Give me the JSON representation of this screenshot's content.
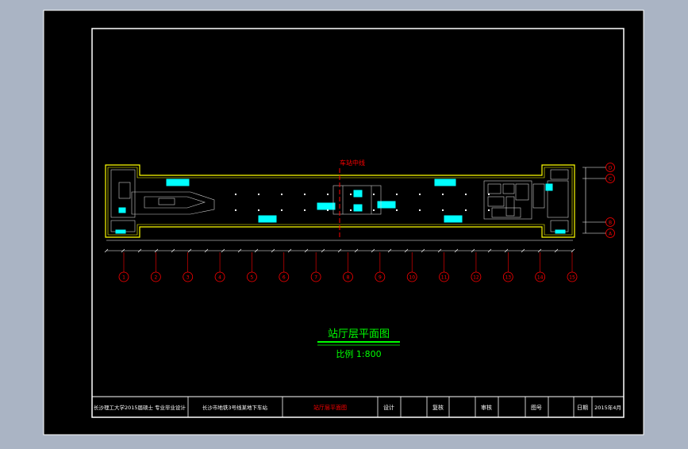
{
  "drawing": {
    "center_label": "车站中线",
    "title": "站厅层平面图",
    "scale": "比例 1:800",
    "axis_numbers": [
      "1",
      "2",
      "3",
      "4",
      "5",
      "6",
      "7",
      "8",
      "9",
      "10",
      "11",
      "12",
      "13",
      "14",
      "15"
    ],
    "row_letters": [
      "D",
      "C",
      "B",
      "A"
    ]
  },
  "title_block": {
    "school": "长沙理工大学2015届硕士 专业毕业设计",
    "project": "长沙市地铁3号线某地下车站",
    "drawing_name": "站厅层平面图",
    "design": "设计",
    "review": "复核",
    "approve": "审核",
    "sheet_no": "图号",
    "date_label": "日期",
    "date_value": "2015年4月"
  },
  "colors": {
    "background": "#000000",
    "frame": "#ffffff",
    "wall": "#ffff00",
    "axis": "#ff0000",
    "title": "#00ff00",
    "equipment": "#00ffff",
    "outer": "#aab4c4"
  }
}
